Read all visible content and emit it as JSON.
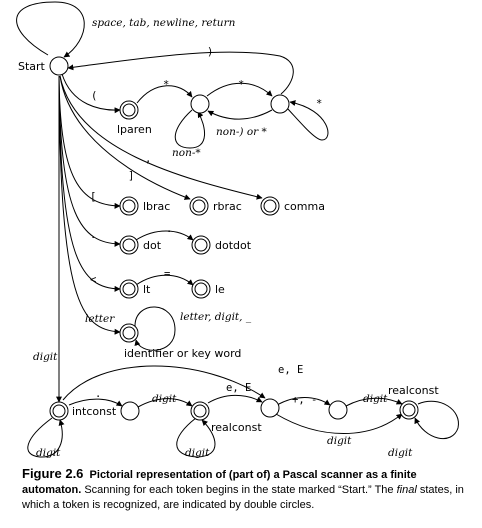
{
  "diagram": {
    "states": {
      "start": "Start",
      "lparen": "lparen",
      "lbrac": "lbrac",
      "rbrac": "rbrac",
      "comma": "comma",
      "dot": "dot",
      "dotdot": "dotdot",
      "lt": "lt",
      "le": "le",
      "identifier": "identifier or key word",
      "intconst": "intconst",
      "realconst1": "realconst",
      "realconst2": "realconst"
    },
    "edges": {
      "start_self": "space, tab, newline, return",
      "rparen": ")",
      "lparen": "(",
      "star1": "*",
      "star2": "*",
      "star_self": "*",
      "non_rparen_or_star": "non-) or *",
      "non_star": "non-*",
      "comma": ",",
      "rbrac": "]",
      "lbrac": "[",
      "dot1": ".",
      "dot2": ".",
      "lt": "<",
      "eq": "=",
      "letter": "letter",
      "ident_self": "letter, digit, _",
      "digit_start": "digit",
      "int_self": "digit",
      "int_dot": ".",
      "frac_digit": "digit",
      "real1_self": "digit",
      "real1_e": "e, E",
      "int_e": "e, E",
      "sign": "+, -",
      "exp_digit1": "digit",
      "exp_digit2": "digit",
      "real2_self": "digit"
    }
  },
  "caption": {
    "figure": "Figure 2.6",
    "title": "Pictorial representation of (part of) a Pascal scanner as a finite automaton.",
    "text_a": "Scanning for each token begins in the state marked “Start.” The",
    "final": "final",
    "text_b": "states, in which a token is recognized, are indicated by double circles."
  }
}
